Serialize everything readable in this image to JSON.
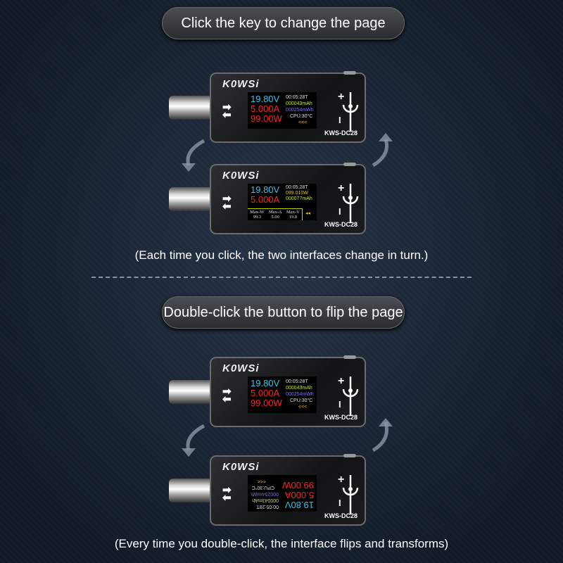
{
  "banners": {
    "top": "Click the key to change the page",
    "bottom": "Double-click the button to flip the page"
  },
  "captions": {
    "top": "(Each time you click, the two interfaces change in turn.)",
    "bottom": "(Every time you double-click, the interface flips and transforms)"
  },
  "device": {
    "brand": "K0WSi",
    "model": "KWS-DC28",
    "plus": "+",
    "minus": "I",
    "arrows": "⇨⇦"
  },
  "page1": {
    "voltage": "19.80V",
    "current": "5.000A",
    "power": "99.00W",
    "time": "00:05:28T",
    "mah": "000043mAh",
    "mwh": "000254mWh",
    "cpu": "CPU:30°C",
    "indicator": "<<<"
  },
  "page2": {
    "voltage": "19.80V",
    "current": "5.000A",
    "time": "00:05:28T",
    "power": "099.010W",
    "mah": "000077mAh",
    "max": [
      {
        "label": "Max-W",
        "value": "99.3"
      },
      {
        "label": "Max-A",
        "value": "5.00"
      },
      {
        "label": "Max-V",
        "value": "19.8"
      }
    ],
    "indicator": "◂◂"
  },
  "flipped": {
    "indicator": ">>>"
  }
}
